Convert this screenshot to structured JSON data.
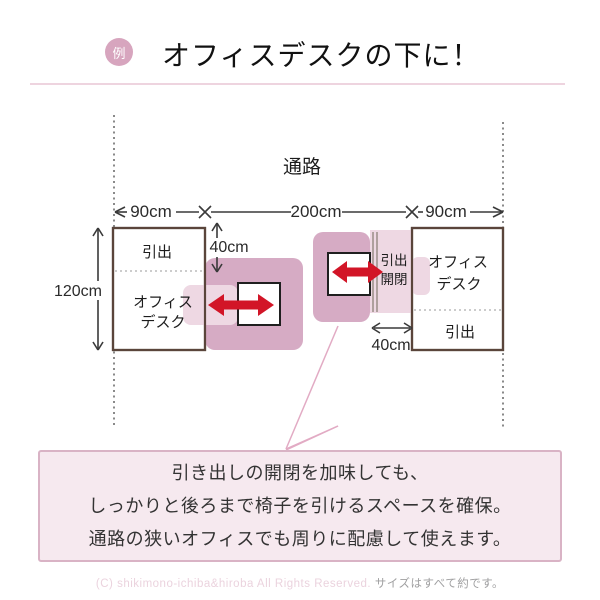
{
  "header": {
    "badge": "例",
    "title": "オフィスデスクの下に！"
  },
  "diagram": {
    "aisle_label": "通路",
    "dims": {
      "left_desk_width": "90cm",
      "aisle_width": "200cm",
      "right_desk_width": "90cm",
      "desk_depth": "120cm",
      "mat_offset": "40cm",
      "drawer_opening": "40cm"
    },
    "left_desk": {
      "drawer_label": "引出",
      "name_line1": "オフィス",
      "name_line2": "デスク"
    },
    "right_desk": {
      "drawer_label": "引出",
      "name_line1": "オフィス",
      "name_line2": "デスク",
      "open_drawer_line1": "引出",
      "open_drawer_line2": "開閉"
    }
  },
  "note": {
    "line1": "引き出しの開閉を加味しても、",
    "line2": "しっかりと後ろまで椅子を引けるスペースを確保。",
    "line3": "通路の狭いオフィスでも周りに配慮して使えます。"
  },
  "footer": {
    "copyright": "(C) shikimono-ichiba&hiroba All Rights Reserved.",
    "size_note": "サイズはすべて約です。"
  },
  "colors": {
    "accent_pink": "#d7a5be",
    "mat_pink": "#d6abc4",
    "mat_light_pink": "#eed8e3",
    "arrow_red": "#d21527",
    "desk_border_brown": "#5a453b",
    "note_box_fill": "#f6e9ef",
    "note_box_border": "#d9b3c5"
  }
}
